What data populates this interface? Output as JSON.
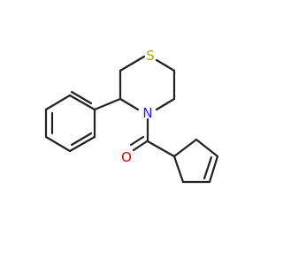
{
  "molecule": {
    "atoms": [
      {
        "id": "S1",
        "label": "S",
        "color": "#B3A300"
      },
      {
        "id": "N1",
        "label": "N",
        "color": "#2020E0"
      },
      {
        "id": "O1",
        "label": "O",
        "color": "#E00000"
      }
    ],
    "bond_color": "#222222",
    "background": "#FFFFFF"
  }
}
